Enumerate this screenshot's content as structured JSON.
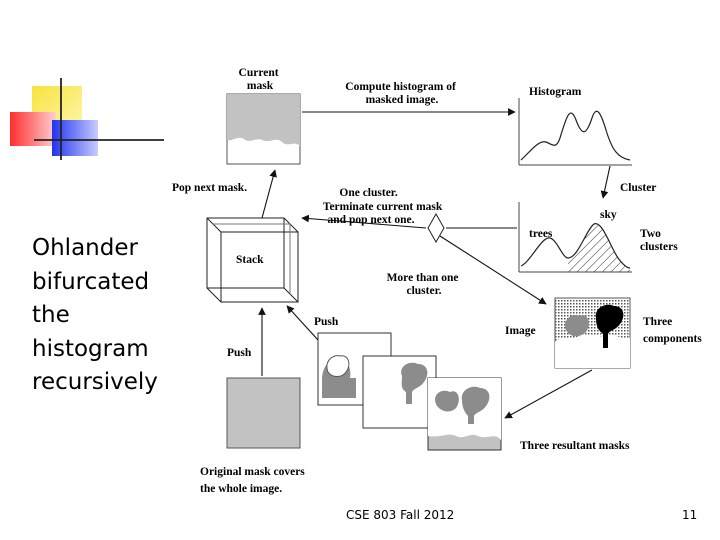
{
  "slide": {
    "body_text": "Ohlander\nbifurcated\nthe\nhistogram\nrecursively",
    "footer_course": "CSE 803 Fall 2012",
    "page_number": "11"
  },
  "diagram": {
    "current_mask": [
      "Current",
      "mask"
    ],
    "compute": [
      "Compute  histogram  of",
      "masked  image."
    ],
    "histogram": "Histogram",
    "pop_next_mask": "Pop  next  mask.",
    "one_cluster": [
      "One  cluster.",
      "Terminate current  mask",
      "and  pop  next  one."
    ],
    "cluster": "Cluster",
    "sky": "sky",
    "trees": "trees",
    "two_clusters": [
      "Two",
      "clusters"
    ],
    "stack": "Stack",
    "more_than_one": [
      "More  than  one",
      "cluster."
    ],
    "push_upper": "Push",
    "push_lower": "Push",
    "image": "Image",
    "three_components": [
      "Three",
      "components"
    ],
    "three_masks": "Three resultant masks",
    "original_mask": [
      "Original  mask  covers",
      "the  whole  image."
    ]
  },
  "colors": {
    "logo_yellow": "#f7e33c",
    "logo_red": "#ff3a3a",
    "logo_blue": "#3344ee",
    "mask_gray": "#c2c2c2",
    "region_gray": "#8c8c8c"
  }
}
